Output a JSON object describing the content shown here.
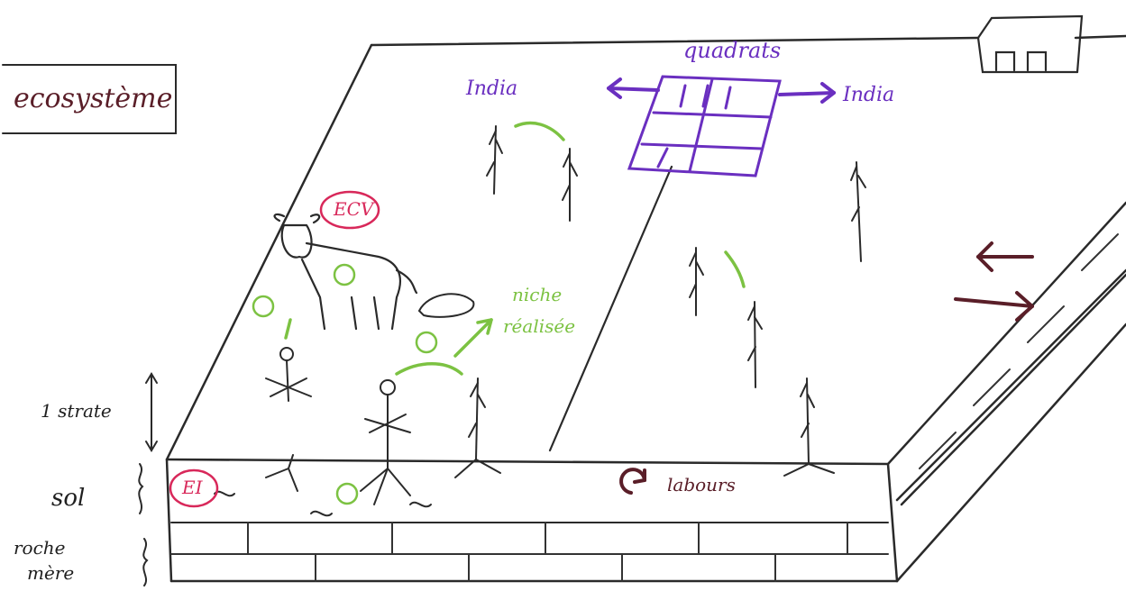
{
  "labels": {
    "title": "ecosystème",
    "quadrats": "quadrats",
    "india_left": "India",
    "india_right": "India",
    "niche_line1": "niche",
    "niche_line2": "réalisée",
    "strate": "1 strate",
    "sol": "sol",
    "roche_line1": "roche",
    "roche_line2": "mère",
    "labours": "labours",
    "ecv": "ECV",
    "ei": "EI"
  },
  "colors": {
    "ink": "#1f1f1f",
    "green": "#7cc242",
    "purple": "#6a2fc0",
    "pink": "#d8285a",
    "brown": "#5a1e28"
  }
}
